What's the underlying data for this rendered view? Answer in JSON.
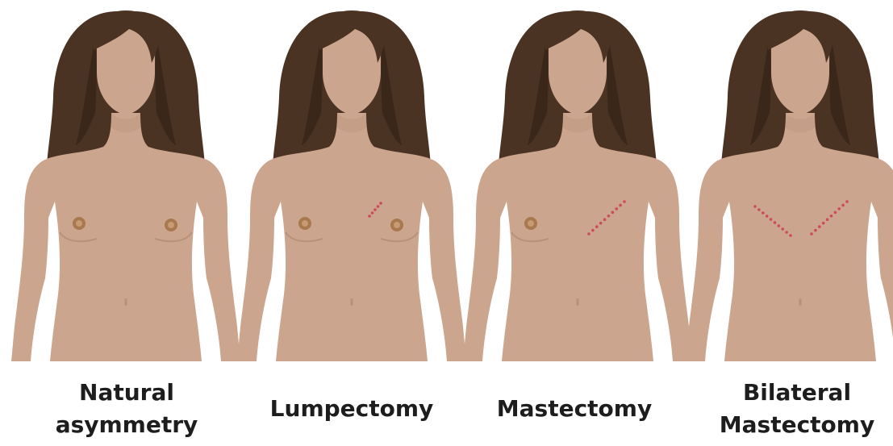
{
  "colors": {
    "hair": "#4a3322",
    "hair_shadow": "#3a271a",
    "skin": "#cca58e",
    "skin_shadow": "#b8917a",
    "areola": "#a8784f",
    "areola_inner": "#c89a72",
    "scar": "#cf4a57",
    "caption_text": "#1d1d1d"
  },
  "panels": [
    {
      "caption": "Natural\nasymmetry",
      "figure_icon": "female-torso-natural-asymmetry-icon",
      "left_nipple": true,
      "right_nipple": true,
      "scars": []
    },
    {
      "caption": "Lumpectomy",
      "figure_icon": "female-torso-lumpectomy-icon",
      "left_nipple": true,
      "right_nipple": true,
      "scars": [
        "right-short"
      ]
    },
    {
      "caption": "Mastectomy",
      "figure_icon": "female-torso-mastectomy-icon",
      "left_nipple": true,
      "right_nipple": false,
      "scars": [
        "right-long"
      ]
    },
    {
      "caption": "Bilateral\nMastectomy",
      "figure_icon": "female-torso-bilateral-mastectomy-icon",
      "left_nipple": false,
      "right_nipple": false,
      "scars": [
        "left-long",
        "right-long"
      ]
    }
  ]
}
